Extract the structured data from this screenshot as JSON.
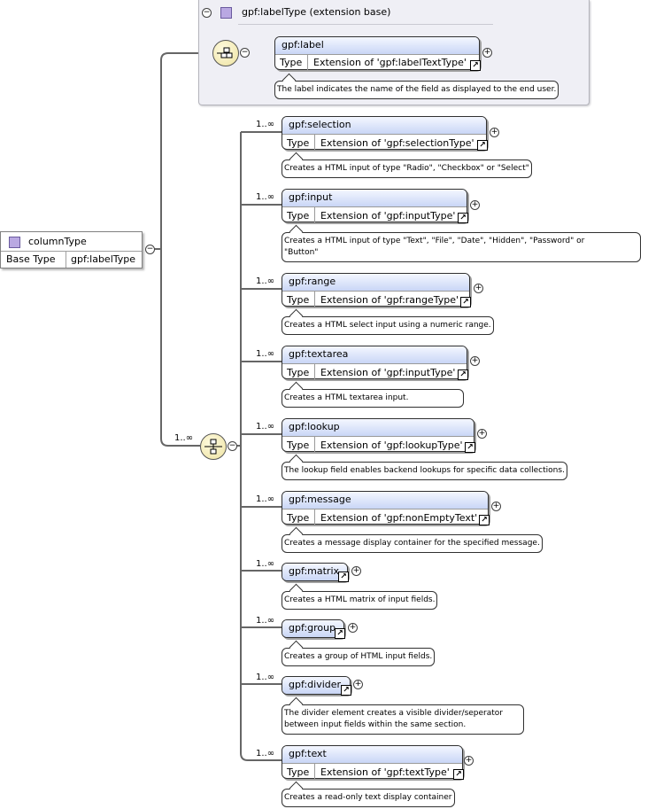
{
  "extension": {
    "title": "gpf:labelType (extension base)",
    "label_element": {
      "name": "gpf:label",
      "type_label": "Type",
      "type_value": "Extension of 'gpf:labelTextType'",
      "doc": "The label indicates the name of the field as displayed to the end user."
    }
  },
  "column_type": {
    "name": "columnType",
    "base_type_label": "Base Type",
    "base_type_value": "gpf:labelType"
  },
  "choice_cardinality": "1..∞",
  "elements": [
    {
      "name": "gpf:selection",
      "cardinality": "1..∞",
      "type_label": "Type",
      "type_value": "Extension of 'gpf:selectionType'",
      "doc": "Creates a HTML input of type \"Radio\", \"Checkbox\" or \"Select\""
    },
    {
      "name": "gpf:input",
      "cardinality": "1..∞",
      "type_label": "Type",
      "type_value": "Extension of 'gpf:inputType'",
      "doc_line1": "Creates a HTML input of type \"Text\", \"File\", \"Date\", \"Hidden\", \"Password\" or",
      "doc_line2": "\"Button\""
    },
    {
      "name": "gpf:range",
      "cardinality": "1..∞",
      "type_label": "Type",
      "type_value": "Extension of 'gpf:rangeType'",
      "doc": "Creates a HTML select input using a numeric range."
    },
    {
      "name": "gpf:textarea",
      "cardinality": "1..∞",
      "type_label": "Type",
      "type_value": "Extension of 'gpf:inputType'",
      "doc": "Creates a HTML textarea input."
    },
    {
      "name": "gpf:lookup",
      "cardinality": "1..∞",
      "type_label": "Type",
      "type_value": "Extension of 'gpf:lookupType'",
      "doc": "The lookup field enables backend lookups for specific data collections."
    },
    {
      "name": "gpf:message",
      "cardinality": "1..∞",
      "type_label": "Type",
      "type_value": "Extension of 'gpf:nonEmptyText'",
      "doc": "Creates a message display container for the specified message."
    },
    {
      "name": "gpf:matrix",
      "cardinality": "1..∞",
      "doc": "Creates a HTML matrix of input fields."
    },
    {
      "name": "gpf:group",
      "cardinality": "1..∞",
      "doc": "Creates a group of HTML input fields."
    },
    {
      "name": "gpf:divider",
      "cardinality": "1..∞",
      "doc_line1": "The divider element creates a visible divider/seperator",
      "doc_line2": "between input fields within the same section."
    },
    {
      "name": "gpf:text",
      "cardinality": "1..∞",
      "type_label": "Type",
      "type_value": "Extension of 'gpf:textType'",
      "doc": "Creates a read-only text display container"
    }
  ],
  "icons": {
    "expand": "plus-icon",
    "collapse": "minus-icon",
    "reference": "arrow-link-icon",
    "sequence": "sequence-compositor-icon",
    "choice": "choice-compositor-icon",
    "complex_type": "complex-type-icon"
  },
  "colors": {
    "element_header": "#c9d6f6",
    "extension_bg": "#efeff5",
    "compositor": "#ede2a0",
    "type_icon": "#b9a8e2"
  }
}
